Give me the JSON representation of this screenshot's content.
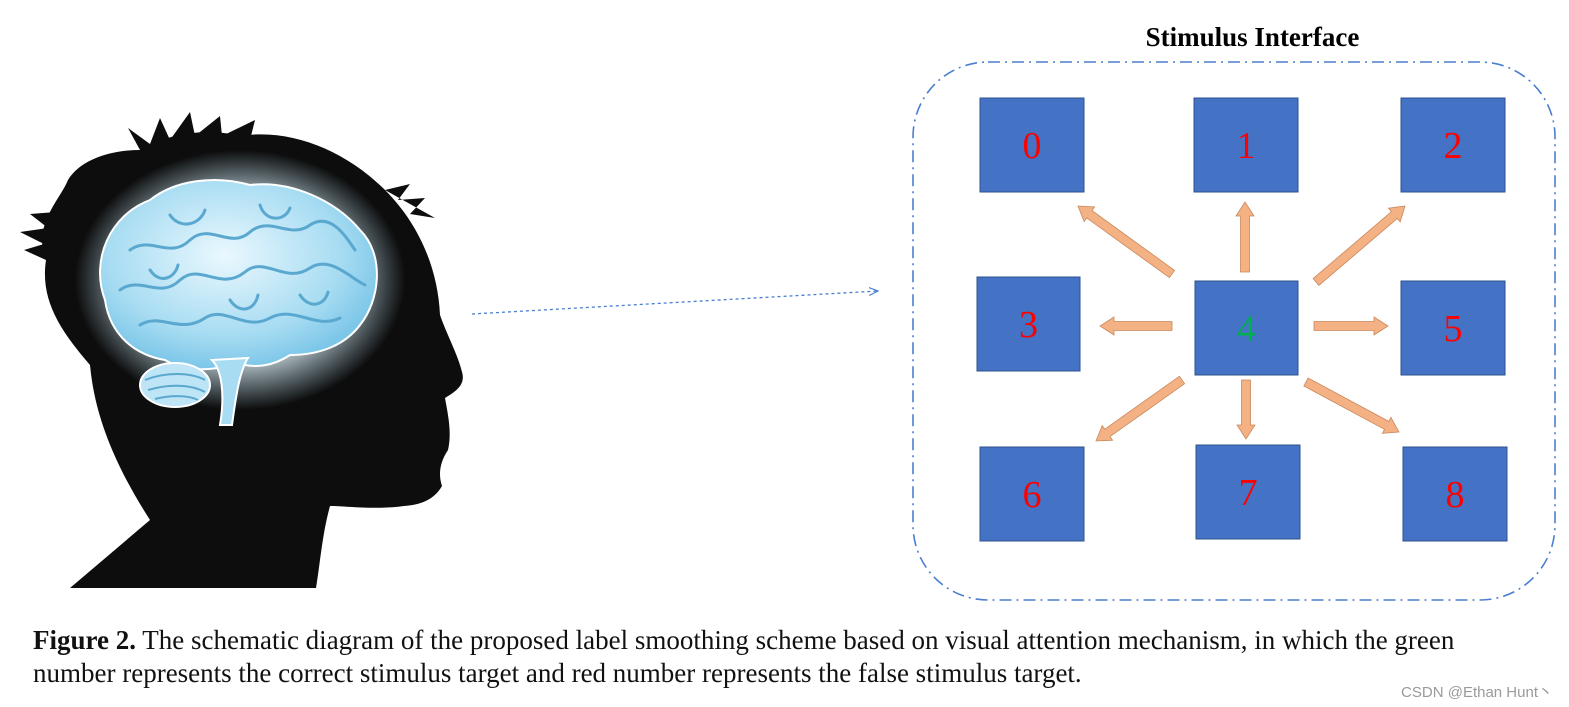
{
  "interface": {
    "title": "Stimulus Interface",
    "frame_color": "#4a7fd0",
    "box_color": "#4472c4",
    "arrow_color": "#f4b183",
    "correct_color": "#00b050",
    "false_color": "#ff0000",
    "targets": [
      {
        "label": "0",
        "correct": false
      },
      {
        "label": "1",
        "correct": false
      },
      {
        "label": "2",
        "correct": false
      },
      {
        "label": "3",
        "correct": false
      },
      {
        "label": "4",
        "correct": true
      },
      {
        "label": "5",
        "correct": false
      },
      {
        "label": "6",
        "correct": false
      },
      {
        "label": "7",
        "correct": false
      },
      {
        "label": "8",
        "correct": false
      }
    ]
  },
  "head": {
    "icon": "head-silhouette-with-brain-icon",
    "silhouette_color": "#0d0d0d",
    "brain_color": "#bfe6f7"
  },
  "caption": {
    "label": "Figure 2.",
    "text": " The schematic diagram of the proposed label smoothing scheme based on visual attention mechanism, in which the green number represents the correct stimulus target and red number represents the false stimulus target."
  },
  "watermark": "CSDN @Ethan Hunt丶"
}
